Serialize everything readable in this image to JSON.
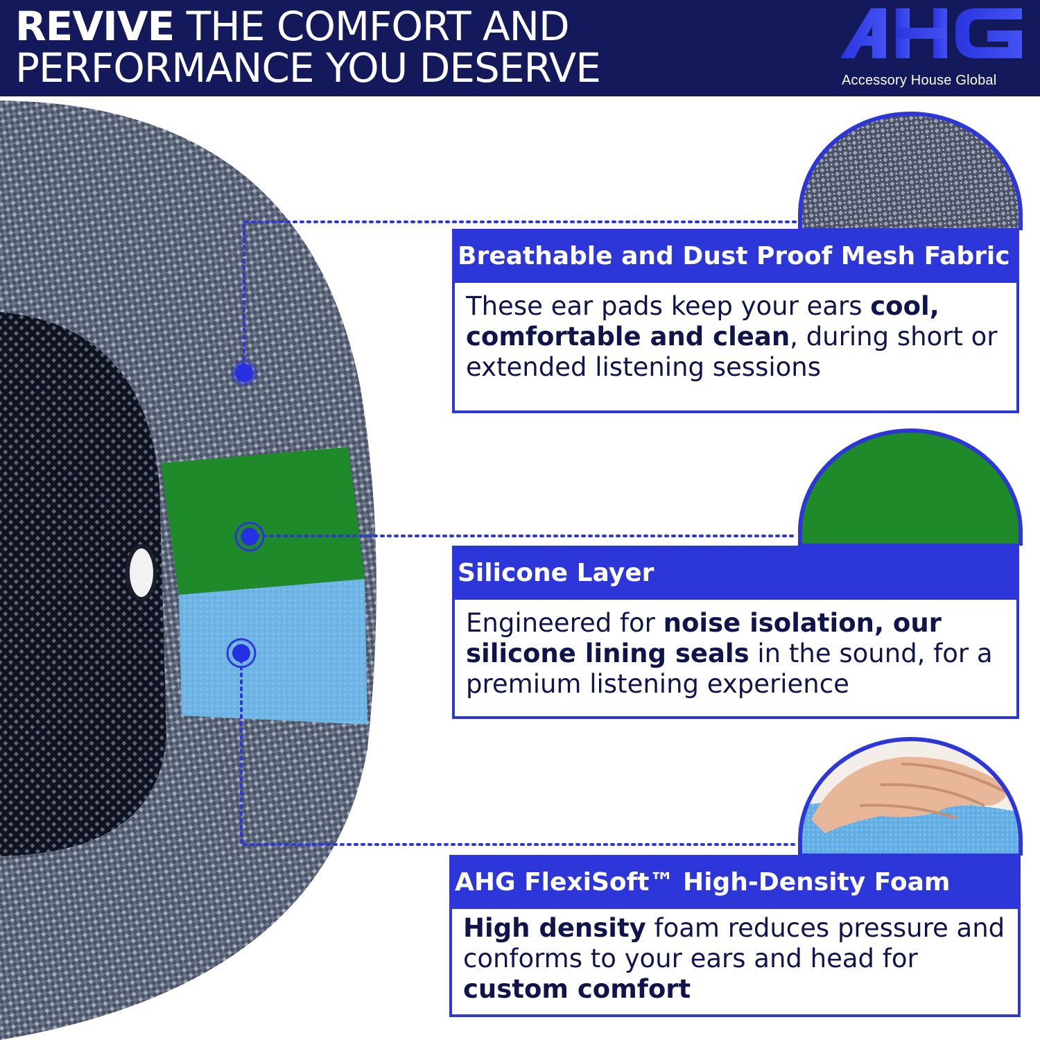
{
  "header": {
    "headline_strong": "REVIVE",
    "headline_rest_line1": " THE COMFORT AND",
    "headline_line2": "PERFORMANCE YOU DESERVE",
    "logo_text": "AHG",
    "logo_tagline": "Accessory House Global"
  },
  "features": [
    {
      "title": "Breathable and Dust Proof Mesh Fabric",
      "segments": [
        {
          "text": "These ear pads keep your ears ",
          "bold": false
        },
        {
          "text": "cool, comfortable and clean",
          "bold": true
        },
        {
          "text": ", during short or extended listening sessions",
          "bold": false
        }
      ]
    },
    {
      "title": "Silicone Layer",
      "segments": [
        {
          "text": "Engineered for ",
          "bold": false
        },
        {
          "text": "noise isolation, our silicone lining seals",
          "bold": true
        },
        {
          "text": " in the sound, for a premium listening experience",
          "bold": false
        }
      ]
    },
    {
      "title": "AHG FlexiSoft™ High-Density Foam",
      "segments": [
        {
          "text": "High density",
          "bold": true
        },
        {
          "text": " foam reduces pressure and conforms to your ears and head for ",
          "bold": false
        },
        {
          "text": "custom comfort",
          "bold": true
        }
      ]
    }
  ],
  "colors": {
    "header_bg": "#14195c",
    "accent_blue": "#2d36d8",
    "silicone_green": "#1f8a2a",
    "foam_blue": "#6fb6e6",
    "body_text": "#10144d"
  }
}
